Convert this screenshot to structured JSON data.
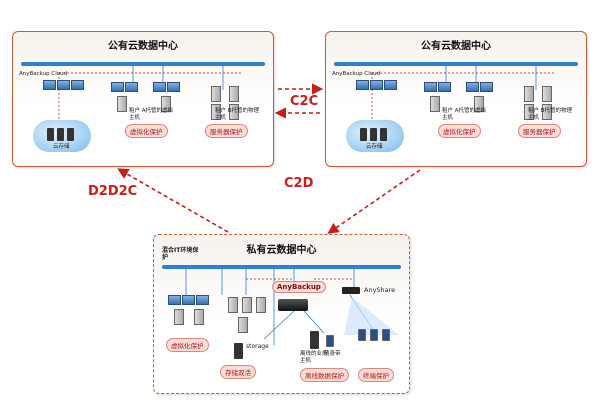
{
  "public_dc_left": {
    "title": "公有云数据中心",
    "backup_label": "AnyBackup Cloud",
    "cloud_label": "云存储",
    "tenant_a": "租户 A托管的虚拟主机",
    "tenant_b": "租户 B托管的物理主机",
    "virt_label": "虚拟化保护",
    "server_label": "服务器保护"
  },
  "public_dc_right": {
    "title": "公有云数据中心",
    "backup_label": "AnyBackup Cloud",
    "cloud_label": "云存储",
    "tenant_a": "租户 A托管的虚拟主机",
    "tenant_b": "租户 B托管的物理主机",
    "virt_label": "虚拟化保护",
    "server_label": "服务器保护"
  },
  "private_dc": {
    "title": "私有云数据中心",
    "hybrid_label": "混合IT环境保护",
    "anybackup_label": "AnyBackup",
    "anyshare_label": "AnyShare",
    "virt_label": "虚拟化保护",
    "storage_label": "storage",
    "storage_dual": "存储双活",
    "offline_host": "离线的业务主机",
    "phone_label": "随身带",
    "offline_label": "离线数据保护",
    "terminal_label": "终端保护"
  },
  "connections": {
    "c2c": "C2C",
    "d2d2c": "D2D2C",
    "c2d": "C2D"
  },
  "colors": {
    "panel_border": "#c95a3a",
    "bus": "#2f7fd0",
    "arrow": "#c41e1e",
    "label_fill": "#f9dcd8",
    "label_text": "#b01818"
  }
}
